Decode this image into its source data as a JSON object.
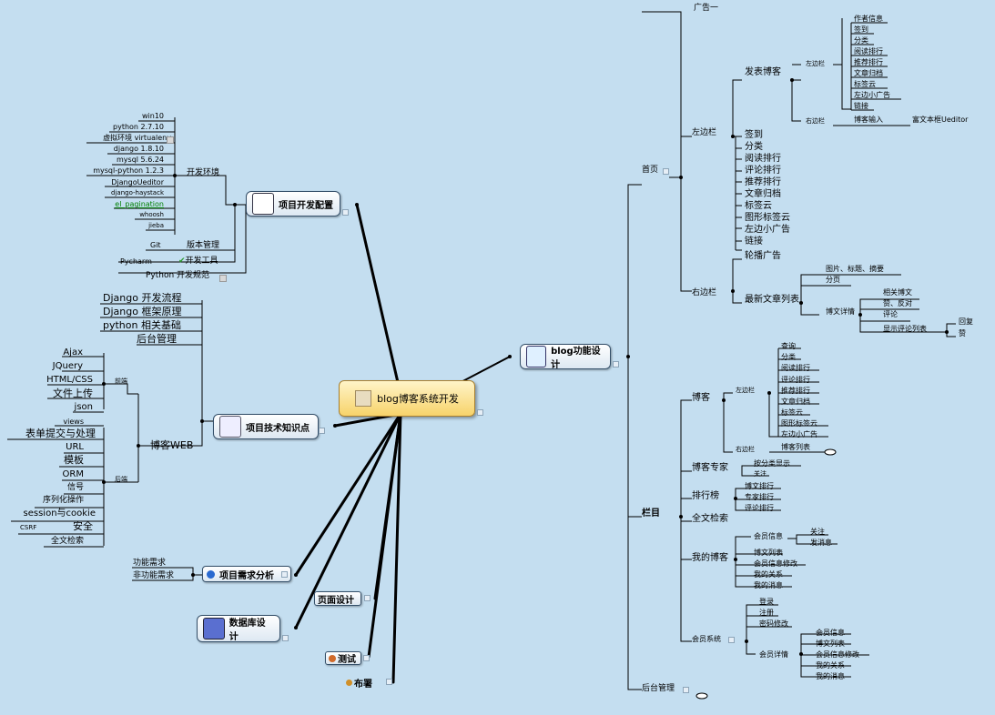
{
  "center": {
    "label": "blog博客系统开发"
  },
  "config": {
    "label": "项目开发配置",
    "env_label": "开发环境",
    "env_items": [
      "win10",
      "python 2.7.10",
      "虚拟环境 virtualenv",
      "django 1.8.10",
      "mysql 5.6.24",
      "mysql-python 1.2.3",
      "DjangoUeditor",
      "django-haystack",
      "el_pagination",
      "whoosh",
      "jieba"
    ],
    "version_label": "版本管理",
    "version_value": "Git",
    "tools_label": "开发工具",
    "tools_value": "Pycharm",
    "spec_label": "Python 开发规范"
  },
  "knowledge": {
    "label": "项目技术知识点",
    "top_items": [
      "Django 开发流程",
      "Django 框架原理",
      "python 相关基础",
      "后台管理"
    ],
    "web_label": "博客WEB",
    "front_label": "前端",
    "back_label": "后端",
    "front_items": [
      "Ajax",
      "JQuery",
      "HTML/CSS",
      "文件上传",
      "json"
    ],
    "back_items": [
      "views",
      "表单提交与处理",
      "URL",
      "模板",
      "ORM",
      "信号",
      "序列化操作",
      "session与cookie",
      "安全",
      "全文检索"
    ],
    "back_prefix": {
      "csrf": "CSRF"
    }
  },
  "requirements": {
    "label": "项目需求分析",
    "items": [
      "功能需求",
      "非功能需求"
    ]
  },
  "page_design": {
    "label": "页面设计"
  },
  "db_design": {
    "label": "数据库设计"
  },
  "testing": {
    "label": "测试"
  },
  "deploy": {
    "label": "布署"
  },
  "blog": {
    "label": "blog功能设计",
    "ad1": "广告一",
    "home": "首页",
    "left_col": "左边栏",
    "publish": "发表博客",
    "left_bar": "左边栏",
    "left_bar_items": [
      "作者信息",
      "签到",
      "分类",
      "阅读排行",
      "推荐排行",
      "文章归档",
      "标签云",
      "左边小广告",
      "链接"
    ],
    "right_bar": "右边栏",
    "blog_input": "博客输入",
    "rich_text": "富文本框Ueditor",
    "left_col_items": [
      "签到",
      "分类",
      "阅读排行",
      "评论排行",
      "推荐排行",
      "文章归档",
      "标签云",
      "图形标签云",
      "左边小广告",
      "链接"
    ],
    "right_col": "右边栏",
    "carousel": "轮播广告",
    "latest": "最新文章列表",
    "latest_items": [
      "图片、标题、摘要",
      "分页"
    ],
    "detail": "博文详情",
    "detail_items": [
      "相关博文",
      "赞、反对",
      "评论",
      "显示评论列表"
    ],
    "reply_items": [
      "回复",
      "赞"
    ],
    "column": "栏目",
    "blogger": "博客",
    "blogger_left": "左边栏",
    "blogger_left_items": [
      "查询",
      "分类",
      "阅读排行",
      "评论排行",
      "推荐排行",
      "文章归档",
      "标签云",
      "图形标签云",
      "左边小广告"
    ],
    "blogger_right": "右边栏",
    "blogger_list": "博客列表",
    "expert": "博客专家",
    "expert_items": [
      "按分类显示",
      "关注"
    ],
    "ranking": "排行榜",
    "ranking_items": [
      "博文排行",
      "专家排行",
      "评论排行"
    ],
    "search": "全文检索",
    "my_blog": "我的博客",
    "member_info": "会员信息",
    "member_info_items": [
      "关注",
      "发消息"
    ],
    "my_blog_items": [
      "博文列表",
      "会员信息修改",
      "我的关系",
      "我的消息"
    ],
    "member_system": "会员系统",
    "member_system_items": [
      "登录",
      "注册",
      "密码修改"
    ],
    "member_detail": "会员详情",
    "member_detail_items": [
      "会员信息",
      "博文列表",
      "会员信息修改",
      "我的关系",
      "我的消息"
    ],
    "admin": "后台管理"
  }
}
